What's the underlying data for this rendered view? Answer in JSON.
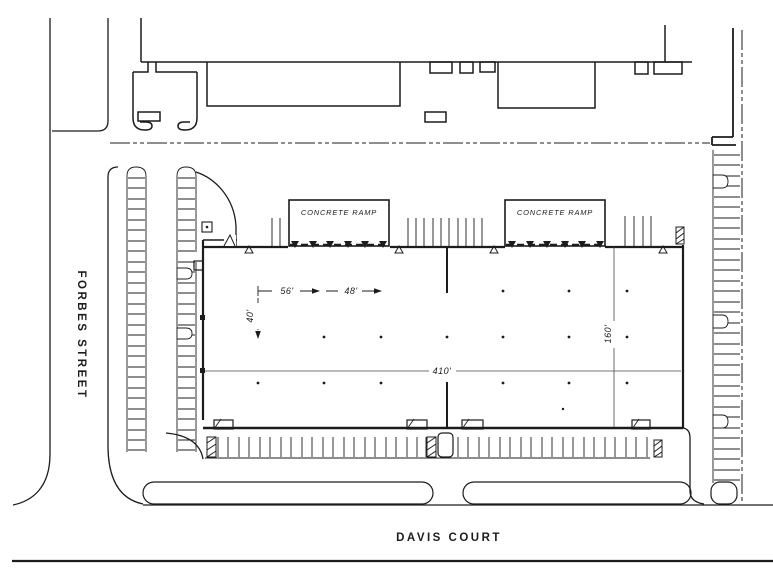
{
  "drawing": {
    "type_note": "site plan",
    "colors": {
      "ink": "#1c1c1c",
      "paper": "#ffffff"
    },
    "streets": {
      "left": "FORBES STREET",
      "bottom": "DAVIS COURT"
    },
    "ramps": {
      "left_label": "CONCRETE RAMP",
      "right_label": "CONCRETE RAMP"
    },
    "dimensions": {
      "bay_width_a": "56'",
      "bay_width_b": "48'",
      "bay_depth": "40'",
      "building_length": "410'",
      "building_depth": "160'"
    }
  }
}
